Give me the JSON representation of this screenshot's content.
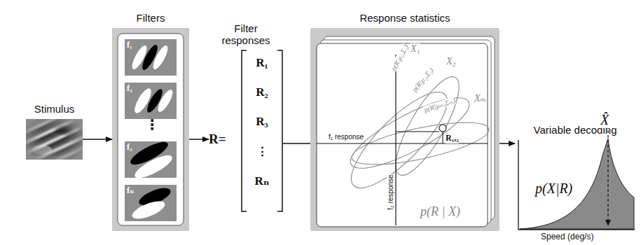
{
  "diagram": {
    "nodes": [
      {
        "text": [
          "Stimulus"
        ]
      },
      {
        "text": [
          "Filters"
        ]
      },
      {
        "text": [
          "f₁"
        ],
        "in": 1
      },
      {
        "text": [
          "f₂"
        ],
        "in": 1
      },
      {
        "text": [
          "f₃"
        ],
        "in": 1
      },
      {
        "text": [
          "fₙ"
        ],
        "in": 1
      },
      {
        "text": [
          "Filter responses",
          "R=",
          "R₁",
          "R₂",
          "R₃",
          "⋮",
          "Rₙ"
        ]
      },
      {
        "text": [
          "Response statistics"
        ]
      },
      {
        "text": [
          "Variable decoding"
        ]
      }
    ],
    "edges": [
      {
        "from": 0,
        "to": 1,
        "arrow": "to"
      },
      {
        "from": 1,
        "to": 6,
        "arrow": "to"
      },
      {
        "from": 6,
        "to": 7,
        "arrow": "none"
      },
      {
        "from": 7,
        "to": 8,
        "arrow": "to"
      }
    ],
    "labels": [
      "⋮",
      "X₁",
      "X₂",
      "Xₘ",
      "p(R|μ₁,Σ₁)",
      "p(R|μ₂,Σ₂)",
      "p(R|μₘ,Σₘ)",
      "f₁ response",
      "f₂ response",
      "R₁,₂",
      "p(R | X)",
      "p(X|R)",
      "X̂",
      "Speed (deg/s)"
    ]
  }
}
